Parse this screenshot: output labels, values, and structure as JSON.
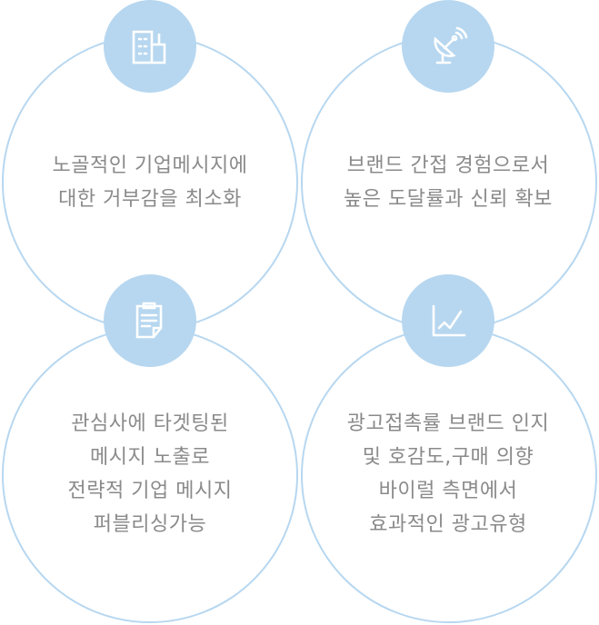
{
  "colors": {
    "accent": "#b7d7f0",
    "text": "#8a8a8a"
  },
  "items": [
    {
      "icon": "building-icon",
      "lines": [
        "노골적인 기업메시지에",
        "대한 거부감을 최소화"
      ]
    },
    {
      "icon": "satellite-dish-icon",
      "lines": [
        "브랜드 간접 경험으로서",
        "높은 도달률과 신뢰 확보"
      ]
    },
    {
      "icon": "document-icon",
      "lines": [
        "관심사에 타겟팅된",
        "메시지 노출로",
        "전략적 기업 메시지",
        "퍼블리싱가능"
      ]
    },
    {
      "icon": "chart-icon",
      "lines": [
        "광고접촉률 브랜드 인지",
        "및 호감도,구매 의향",
        "바이럴 측면에서",
        "효과적인 광고유형"
      ]
    }
  ]
}
